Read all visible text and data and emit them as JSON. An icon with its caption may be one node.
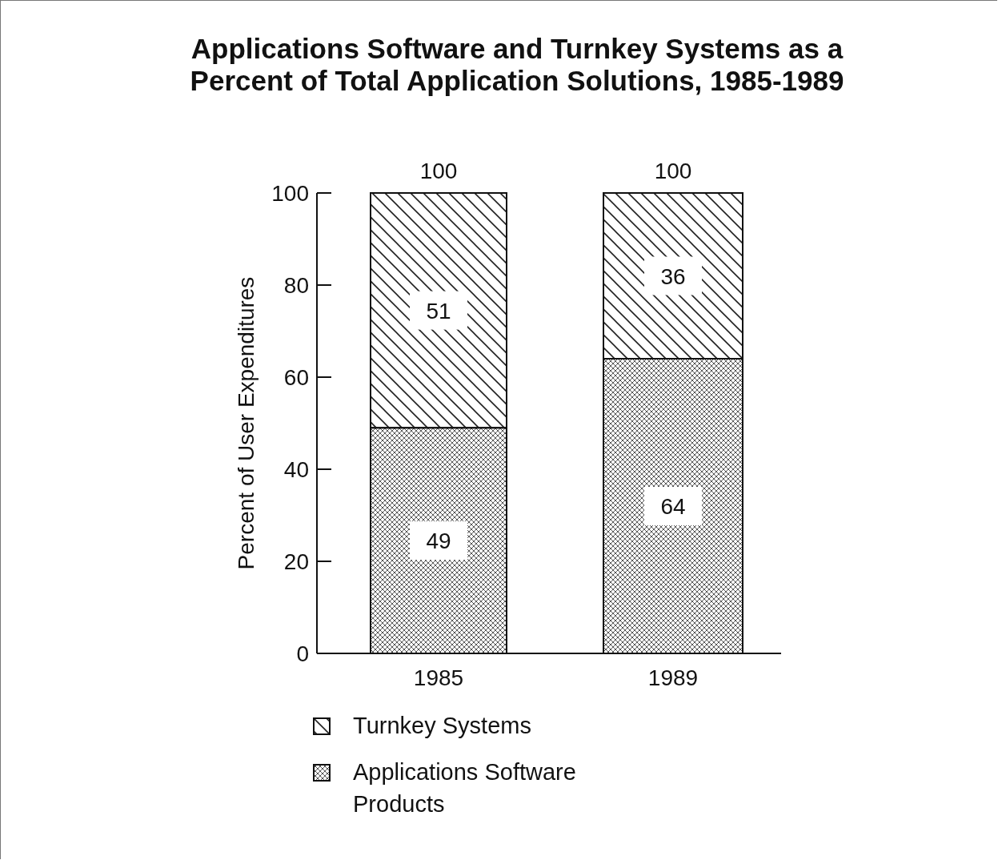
{
  "diagram": {
    "title": "Applications Software and Turnkey Systems as a Percent of Total Application Solutions, 1985-1989",
    "chart_data": {
      "type": "bar",
      "ylabel": "Percent of User Expenditures",
      "categories": [
        "1985",
        "1989"
      ],
      "series": [
        {
          "name": "Applications Software Products",
          "values": [
            49,
            64
          ]
        },
        {
          "name": "Turnkey Systems",
          "values": [
            51,
            36
          ]
        }
      ],
      "ylim": [
        0,
        100
      ],
      "yticks": [
        0,
        20,
        40,
        60,
        80,
        100
      ],
      "stacked": true,
      "data_labels": true,
      "annotations": [
        "100",
        "100"
      ]
    }
  }
}
